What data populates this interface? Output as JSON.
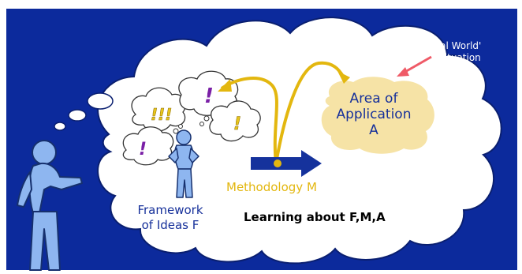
{
  "labels": {
    "real_world_line1": "'Real World'",
    "real_world_line2": "Situation",
    "area_line1": "Area of",
    "area_line2": "Application",
    "area_line3": "A",
    "methodology": "Methodology M",
    "framework_line1": "Framework",
    "framework_line2": "of Ideas F",
    "learning": "Learning about F,M,A"
  },
  "thought_marks": {
    "triple": "!!!",
    "single": "!"
  },
  "colors": {
    "background": "#0c2a9c",
    "cloud": "#ffffff",
    "figure": "#8eb6f0",
    "figure_outline": "#16306e",
    "gold": "#e3b70f",
    "area_blob": "#f6e3a6",
    "arrow_blue": "#15329c",
    "pointer_red": "#ef5a67",
    "label_blue": "#16309a",
    "purple_mark": "#7a1fa6",
    "yellow_mark": "#e7c51c"
  }
}
